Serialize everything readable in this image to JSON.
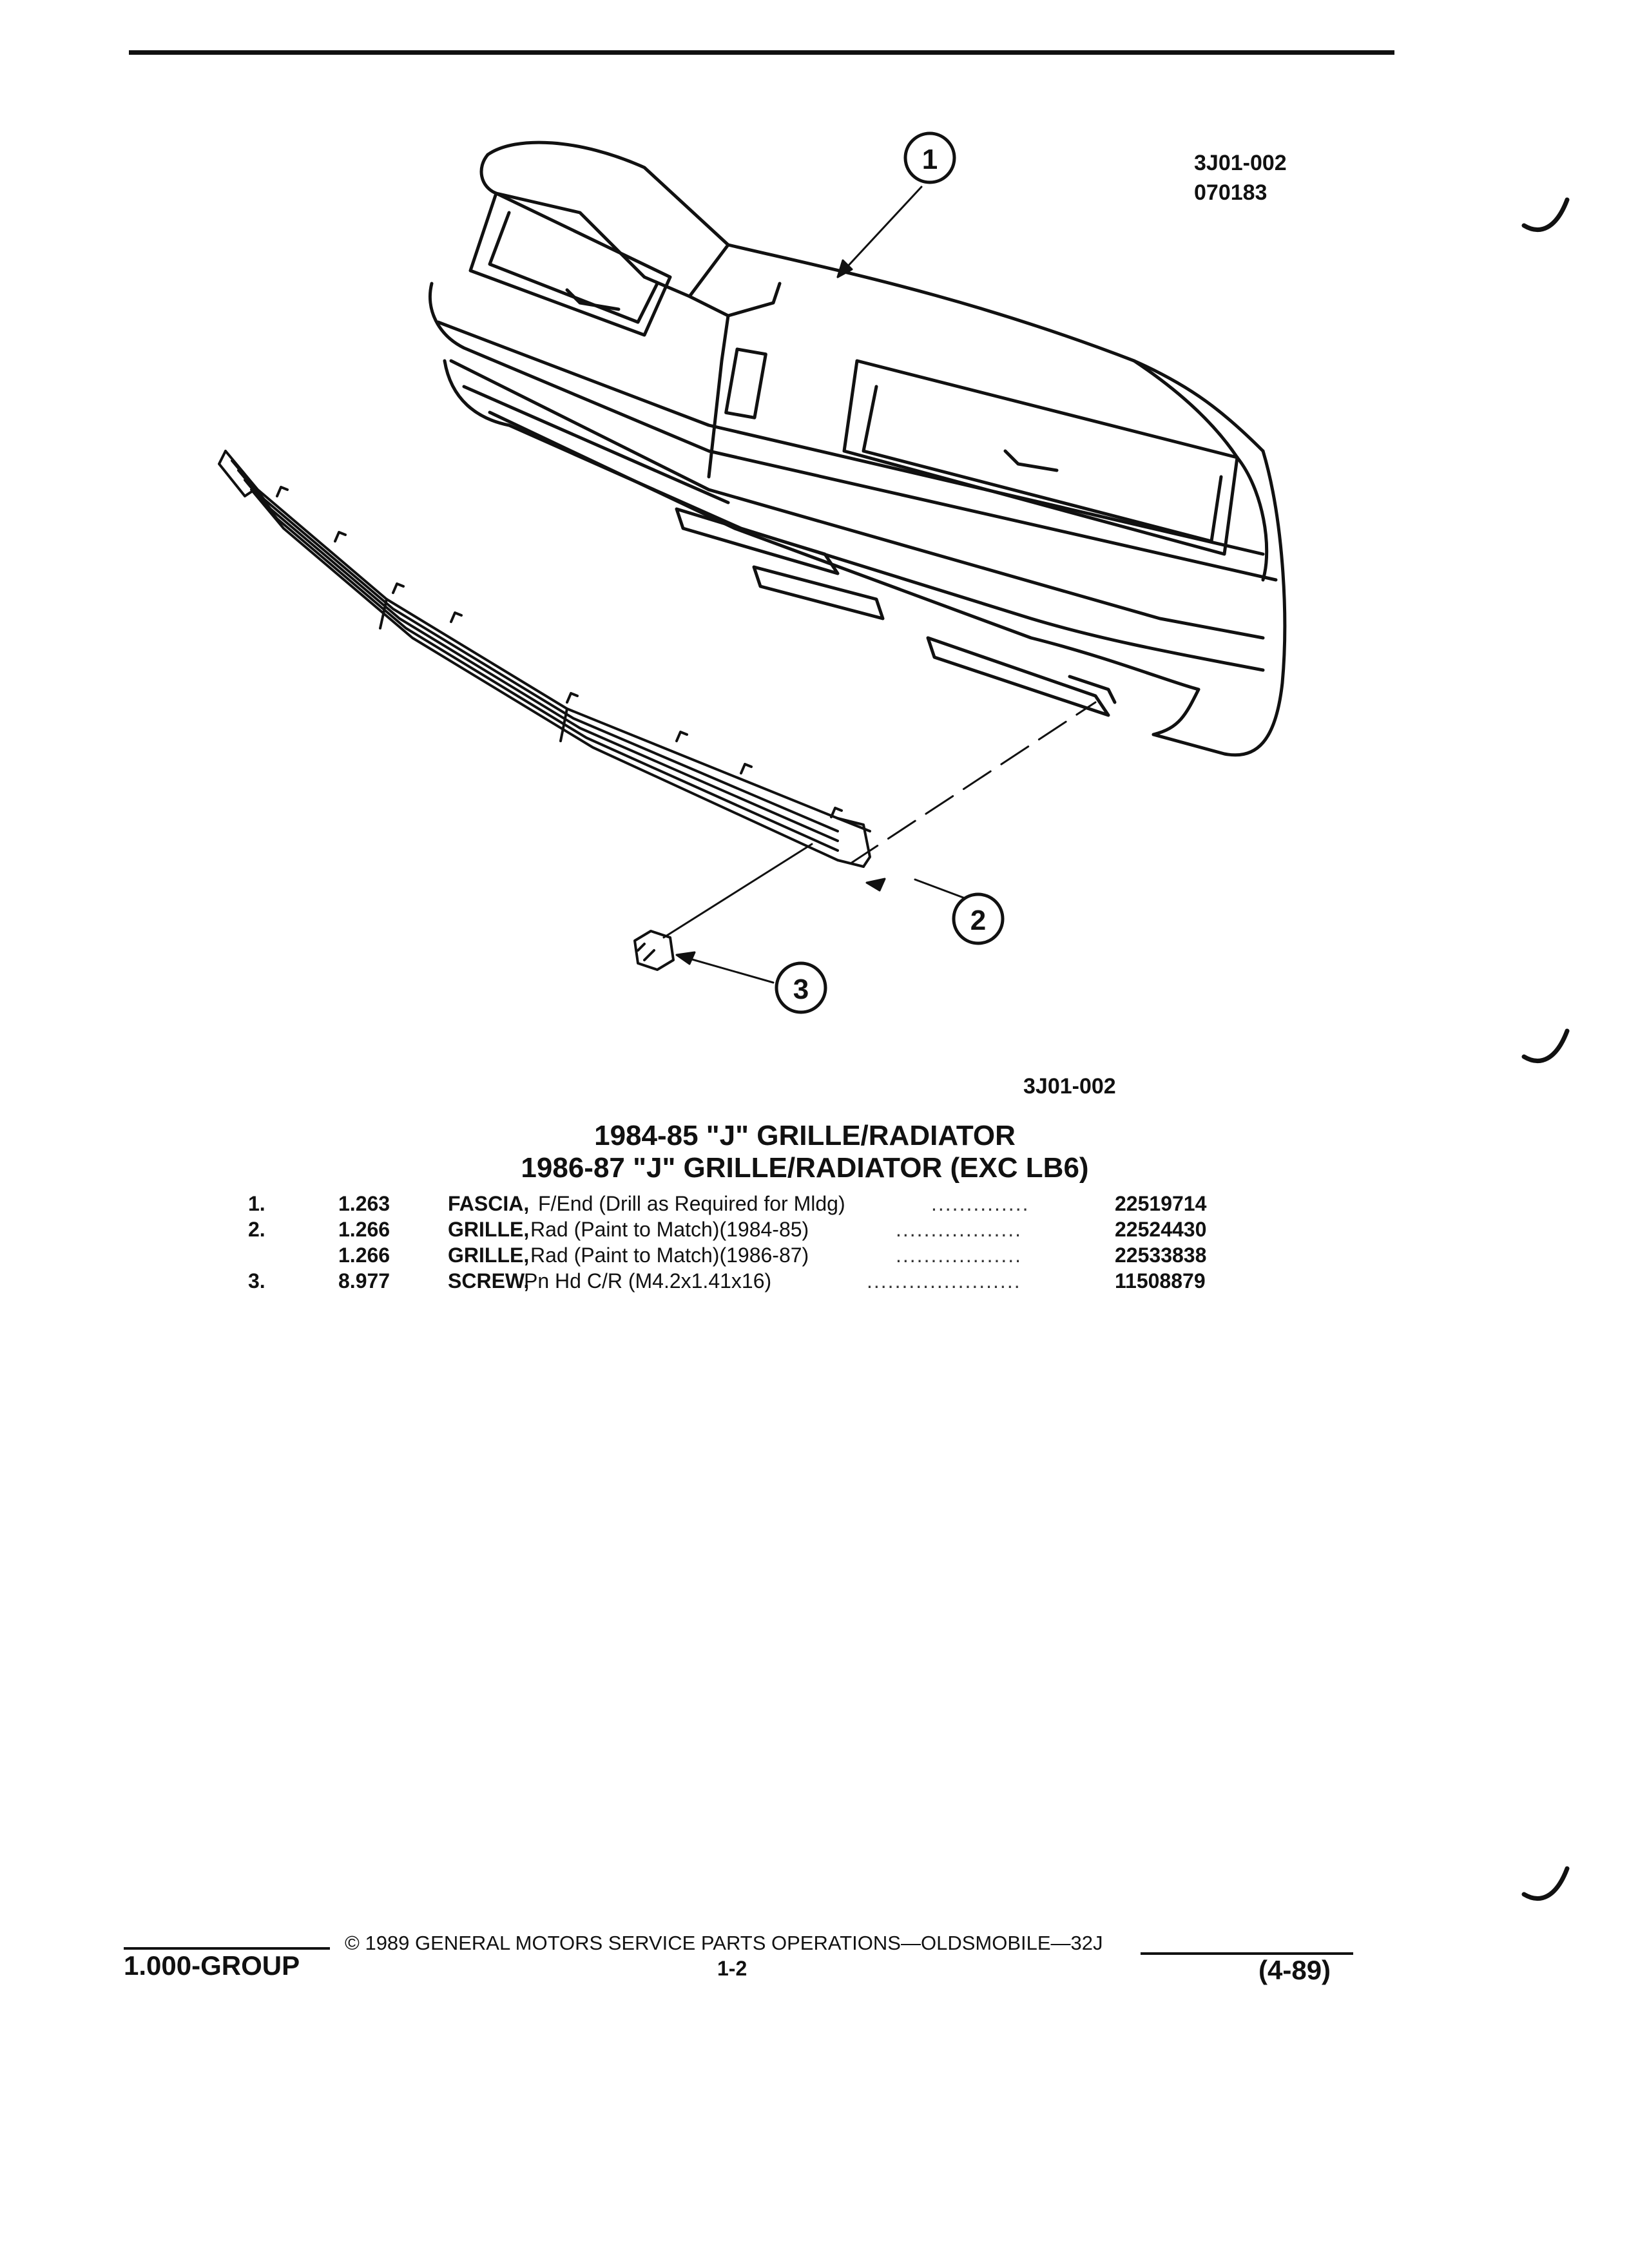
{
  "header": {
    "figure_code": "3J01-002",
    "figure_date": "070183"
  },
  "diagram": {
    "callouts": [
      "1",
      "2",
      "3"
    ],
    "figure_code": "3J01-002"
  },
  "titles": {
    "line1": "1984-85 \"J\" GRILLE/RADIATOR",
    "line2": "1986-87 \"J\" GRILLE/RADIATOR (EXC LB6)"
  },
  "parts": [
    {
      "no": "1.",
      "ref": "1.263",
      "name": "FASCIA,",
      "desc": "F/End (Drill as Required for Mldg)",
      "dots": "..............",
      "part": "22519714"
    },
    {
      "no": "2.",
      "ref": "1.266",
      "name": "GRILLE,",
      "desc": "Rad (Paint to Match)(1984-85)",
      "dots": "..................",
      "part": "22524430"
    },
    {
      "no": "",
      "ref": "1.266",
      "name": "GRILLE,",
      "desc": "Rad (Paint to Match)(1986-87)",
      "dots": "..................",
      "part": "22533838"
    },
    {
      "no": "3.",
      "ref": "8.977",
      "name": "SCREW,",
      "desc": "Pn Hd C/R (M4.2x1.41x16)",
      "dots": "......................",
      "part": "11508879"
    }
  ],
  "footer": {
    "group": "1.000-GROUP",
    "copyright": "© 1989 GENERAL MOTORS SERVICE PARTS OPERATIONS—OLDSMOBILE—32J",
    "page": "1-2",
    "date": "(4-89)"
  }
}
